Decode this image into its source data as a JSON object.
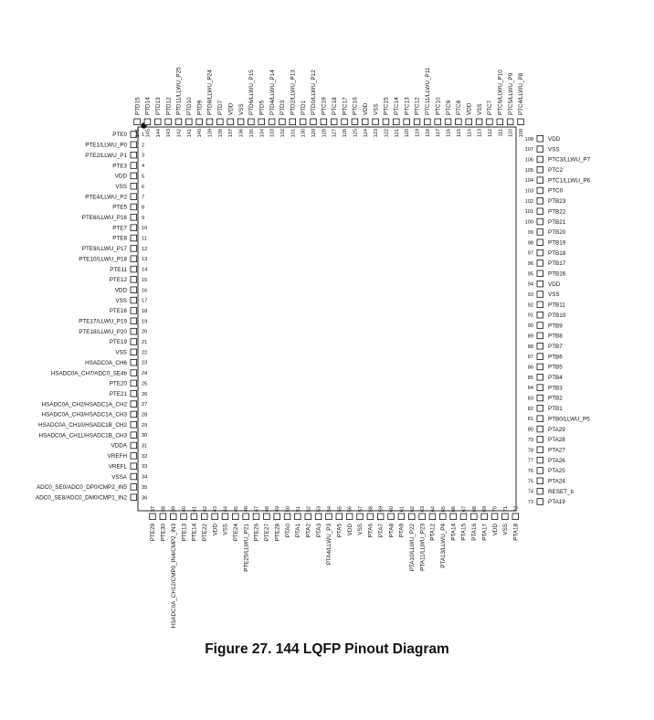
{
  "caption": "Figure 27. 144 LQFP Pinout Diagram",
  "package": {
    "name": "144 LQFP",
    "pin1_marker": "filled-dot",
    "left_pins": {
      "first": 1,
      "names": [
        "PTE0",
        "PTE1/LLWU_P0",
        "PTE2/LLWU_P1",
        "PTE3",
        "VDD",
        "VSS",
        "PTE4/LLWU_P2",
        "PTE5",
        "PTE6/LLWU_P16",
        "PTE7",
        "PTE8",
        "PTE9/LLWU_P17",
        "PTE10/LLWU_P18",
        "PTE11",
        "PTE12",
        "VDD",
        "VSS",
        "PTE16",
        "PTE17/LLWU_P19",
        "PTE18/LLWU_P20",
        "PTE19",
        "VSS",
        "HSADC0A_CH6",
        "HSADC0A_CH7/ADC0_SE4b",
        "PTE20",
        "PTE21",
        "HSADC0A_CH2/HSADC1A_CH2",
        "HSADC0A_CH3/HSADC1A_CH3",
        "HSADC0A_CH10/HSADC1B_CH2",
        "HSADC0A_CH11/HSADC1B_CH3",
        "VDDA",
        "VREFH",
        "VREFL",
        "VSSA",
        "ADC0_SE0/ADC0_DP0/CMP2_IN5",
        "ADC0_SE8/ADC0_DM0/CMP1_IN2"
      ]
    },
    "bottom_pins": {
      "first": 37,
      "names": [
        "PTE29",
        "PTE30",
        "HSADC0A_CH12/CMP0_IN4/CMP2_IN3",
        "PTE13",
        "PTE14",
        "PTE22",
        "VDD",
        "VSS",
        "PTE24",
        "PTE25/LLWU_P21",
        "PTE26",
        "PTE27",
        "PTE28",
        "PTA0",
        "PTA1",
        "PTA2",
        "PTA3",
        "PTA4/LLWU_P3",
        "PTA5",
        "VDD",
        "VSS",
        "PTA6",
        "PTA7",
        "PTA8",
        "PTA9",
        "PTA10/LLWU_P22",
        "PTA11/LLWU_P23",
        "PTA12",
        "PTA13/LLWU_P4",
        "PTA14",
        "PTA15",
        "PTA16",
        "PTA17",
        "VDD",
        "VSS",
        "PTA18"
      ]
    },
    "right_pins": {
      "first": 73,
      "names": [
        "PTA19",
        "RESET_b",
        "PTA24",
        "PTA25",
        "PTA26",
        "PTA27",
        "PTA28",
        "PTA29",
        "PTB0/LLWU_P5",
        "PTB1",
        "PTB2",
        "PTB3",
        "PTB4",
        "PTB5",
        "PTB6",
        "PTB7",
        "PTB8",
        "PTB9",
        "PTB10",
        "PTB11",
        "VSS",
        "VDD",
        "PTB16",
        "PTB17",
        "PTB18",
        "PTB19",
        "PTB20",
        "PTB21",
        "PTB22",
        "PTB23",
        "PTC0",
        "PTC1/LLWU_P6",
        "PTC2",
        "PTC3/LLWU_P7",
        "VSS",
        "VDD"
      ]
    },
    "top_pins": {
      "first": 109,
      "names": [
        "PTC4/LLWU_P8",
        "PTC5/LLWU_P9",
        "PTC6/LLWU_P10",
        "PTC7",
        "VSS",
        "VDD",
        "PTC8",
        "PTC9",
        "PTC10",
        "PTC11/LLWU_P11",
        "PTC12",
        "PTC13",
        "PTC14",
        "PTC15",
        "VSS",
        "VDD",
        "PTC16",
        "PTC17",
        "PTC18",
        "PTC19",
        "PTD0/LLWU_P12",
        "PTD1",
        "PTD2/LLWU_P13",
        "PTD3",
        "PTD4/LLWU_P14",
        "PTD5",
        "PTD6/LLWU_P15",
        "VSS",
        "VDD",
        "PTD7",
        "PTD8/LLWU_P24",
        "PTD9",
        "PTD10",
        "PTD11/LLWU_P25",
        "PTD12",
        "PTD13",
        "PTD14",
        "PTD15"
      ]
    }
  }
}
